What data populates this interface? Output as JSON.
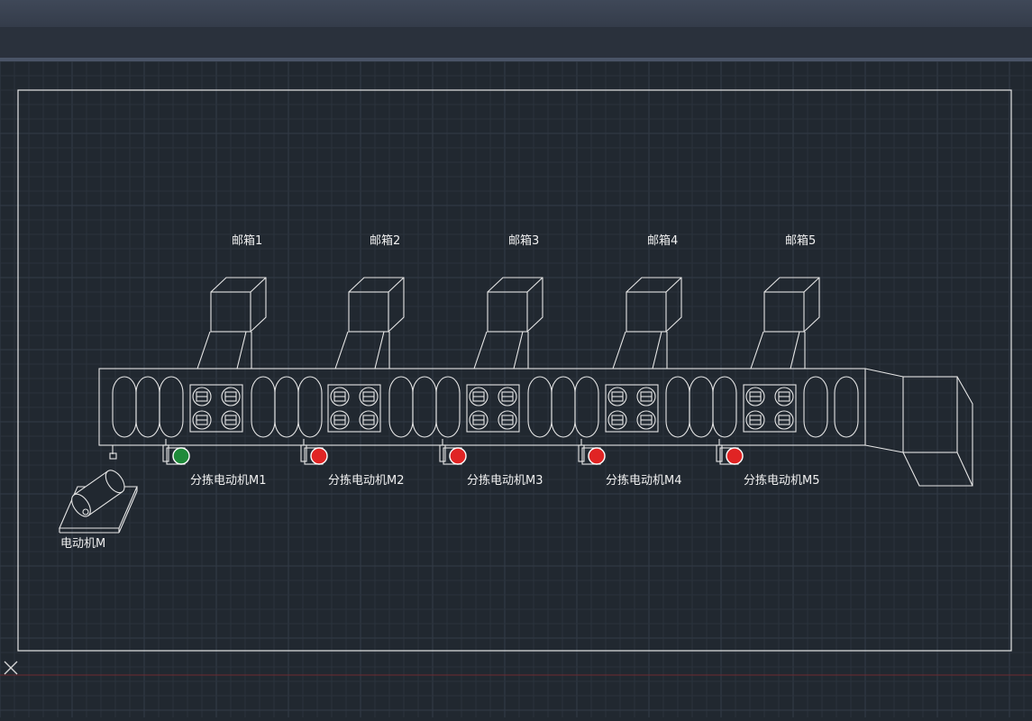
{
  "diagram": {
    "mailboxes": [
      {
        "label": "邮箱1"
      },
      {
        "label": "邮箱2"
      },
      {
        "label": "邮箱3"
      },
      {
        "label": "邮箱4"
      },
      {
        "label": "邮箱5"
      }
    ],
    "sorters": [
      {
        "label": "分拣电动机M1",
        "status": "green"
      },
      {
        "label": "分拣电动机M2",
        "status": "red"
      },
      {
        "label": "分拣电动机M3",
        "status": "red"
      },
      {
        "label": "分拣电动机M4",
        "status": "red"
      },
      {
        "label": "分拣电动机M5",
        "status": "red"
      }
    ],
    "motor": {
      "label": "电动机M"
    }
  },
  "colors": {
    "background": "#212830",
    "grid_minor": "#2a323c",
    "grid_major": "#323b47",
    "line": "#e6e6e6",
    "lamp_green": "#1f8a3a",
    "lamp_red": "#e02424",
    "axis_red": "#6e2a30"
  },
  "icons": {
    "origin": "cross-icon"
  }
}
